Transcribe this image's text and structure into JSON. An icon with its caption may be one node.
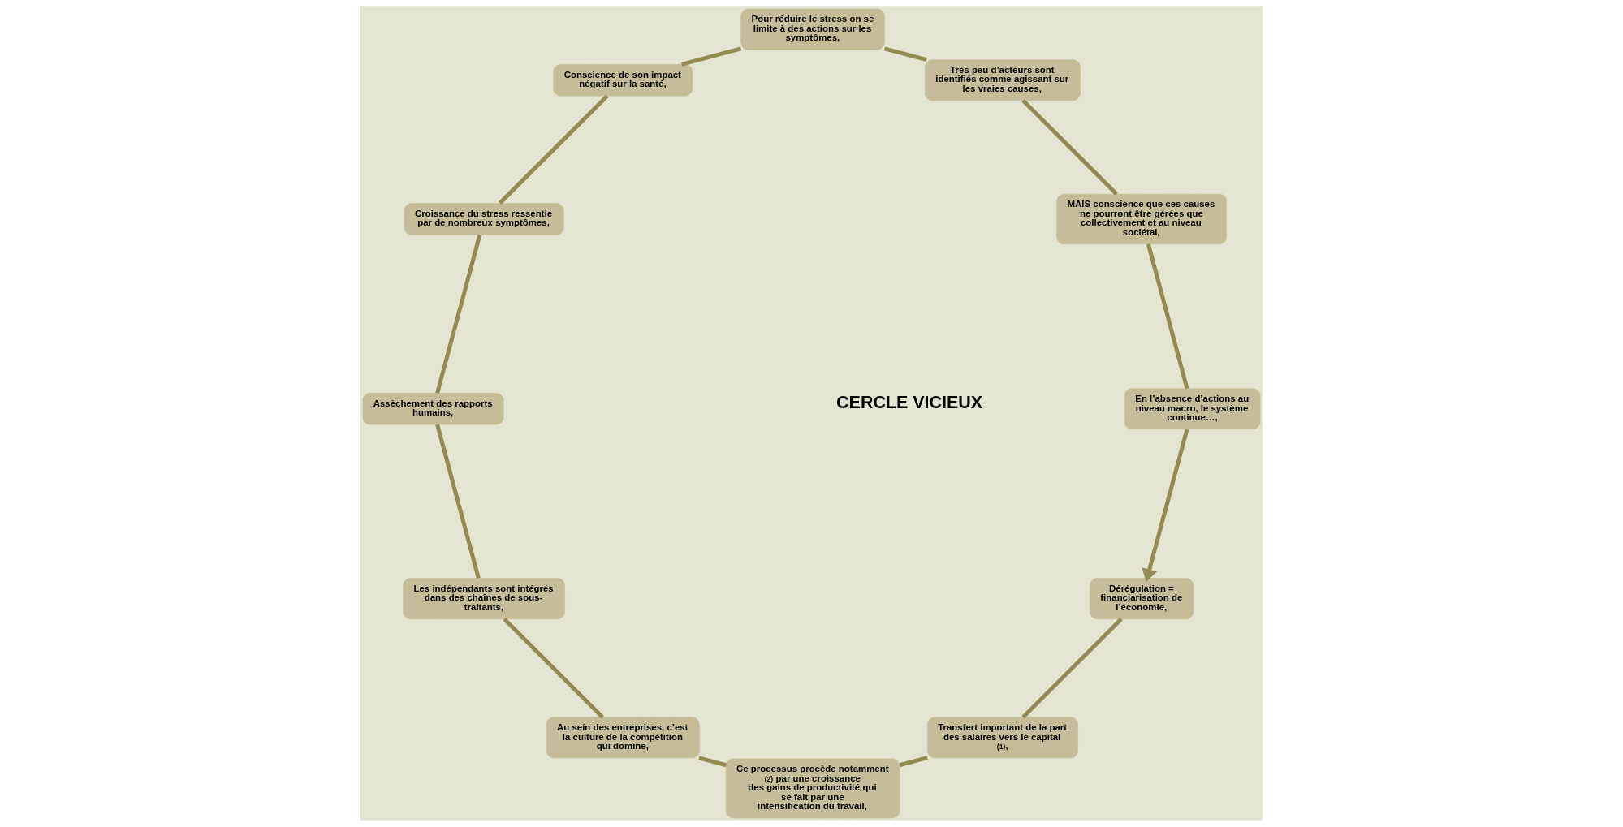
{
  "diagram": {
    "nodes": [
      {
        "text": [
          "Dérégulation = financiarisation de l’économie,"
        ]
      },
      {
        "text": [
          "Transfert important de la part des salaires vers le capital $^{(1)}$,"
        ]
      },
      {
        "text": [
          "Ce processus procède notamment $^{(2)}$ par une croissance des gains de productivité qui se fait par une intensification du travail,"
        ]
      },
      {
        "text": [
          "Au sein des entreprises, c’est la culture de la compétition qui domine,"
        ]
      },
      {
        "text": [
          "Les indépendants sont intégrés dans des chaînes de sous-traitants,"
        ]
      },
      {
        "text": [
          "Assèchement des rapports humains,"
        ]
      },
      {
        "text": [
          "Croissance du stress ressentie par de nombreux symptômes,"
        ]
      },
      {
        "text": [
          "Conscience de son impact négatif sur la santé,"
        ]
      },
      {
        "text": [
          "Pour réduire le stress on se limite à des actions sur les symptômes,"
        ]
      },
      {
        "text": [
          "Très peu d’acteurs sont identifiés comme agissant sur les vraies causes,"
        ]
      },
      {
        "text": [
          "MAIS conscience que ces causes ne pourront être gérées que collectivement et au niveau sociétal,"
        ]
      },
      {
        "text": [
          "En l’absence d’actions au niveau macro, le système continue…,"
        ]
      }
    ],
    "edges": [
      {
        "from": 0,
        "to": 1,
        "arrow": "none"
      },
      {
        "from": 1,
        "to": 2,
        "arrow": "none"
      },
      {
        "from": 2,
        "to": 3,
        "arrow": "none"
      },
      {
        "from": 3,
        "to": 4,
        "arrow": "none"
      },
      {
        "from": 4,
        "to": 5,
        "arrow": "none"
      },
      {
        "from": 5,
        "to": 6,
        "arrow": "none"
      },
      {
        "from": 6,
        "to": 7,
        "arrow": "none"
      },
      {
        "from": 7,
        "to": 8,
        "arrow": "none"
      },
      {
        "from": 8,
        "to": 9,
        "arrow": "none"
      },
      {
        "from": 9,
        "to": 10,
        "arrow": "none"
      },
      {
        "from": 10,
        "to": 11,
        "arrow": "none"
      },
      {
        "from": 11,
        "to": 0,
        "arrow": "to"
      }
    ],
    "labels": [
      "CERCLE VICIEUX"
    ]
  }
}
